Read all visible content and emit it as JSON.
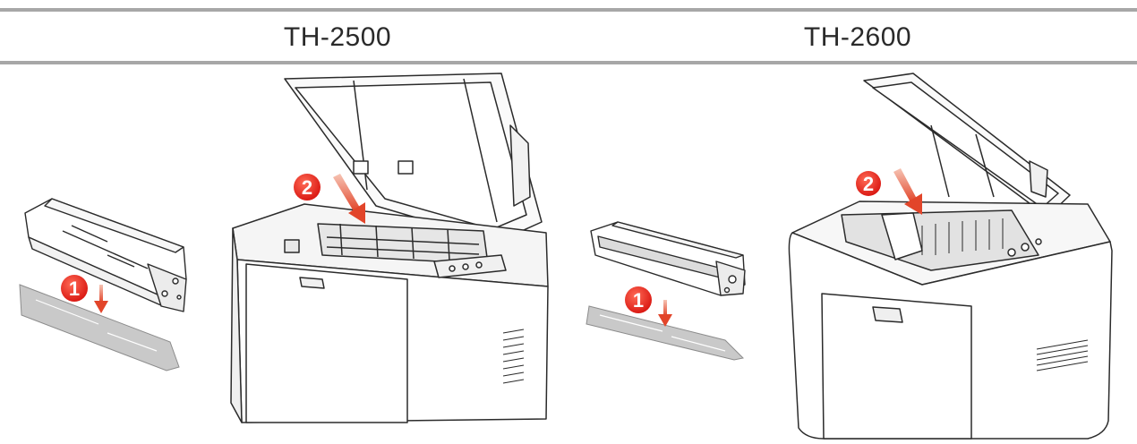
{
  "header": {
    "left_model": "TH-2500",
    "right_model": "TH-2600"
  },
  "steps": {
    "step_1": "1",
    "step_2": "2"
  },
  "colors": {
    "rule": "#a7a7a7",
    "step_badge": "#e8201c",
    "arrow": "#e35a3a",
    "line_art": "#2b2b2b",
    "protective_strip": "#c9c9c9"
  }
}
